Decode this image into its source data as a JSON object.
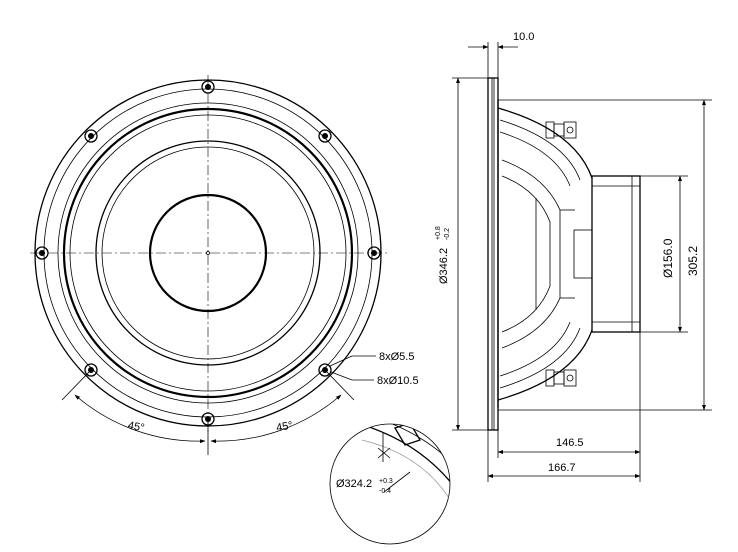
{
  "front_view": {
    "holes_label": "8xØ5.5",
    "counterbore_label": "8xØ10.5",
    "angle_left": "45°",
    "angle_right": "45°"
  },
  "detail_view": {
    "diameter_label": "Ø324.2",
    "tol_upper": "+0.3",
    "tol_lower": "-0.4"
  },
  "side_view": {
    "flange_thickness": "10.0",
    "outer_diameter": "Ø346.2",
    "outer_tol_upper": "+0.8",
    "outer_tol_lower": "-0.2",
    "magnet_diameter": "Ø156.0",
    "mounting_height": "305.2",
    "mounting_depth": "146.5",
    "overall_depth": "166.7"
  }
}
